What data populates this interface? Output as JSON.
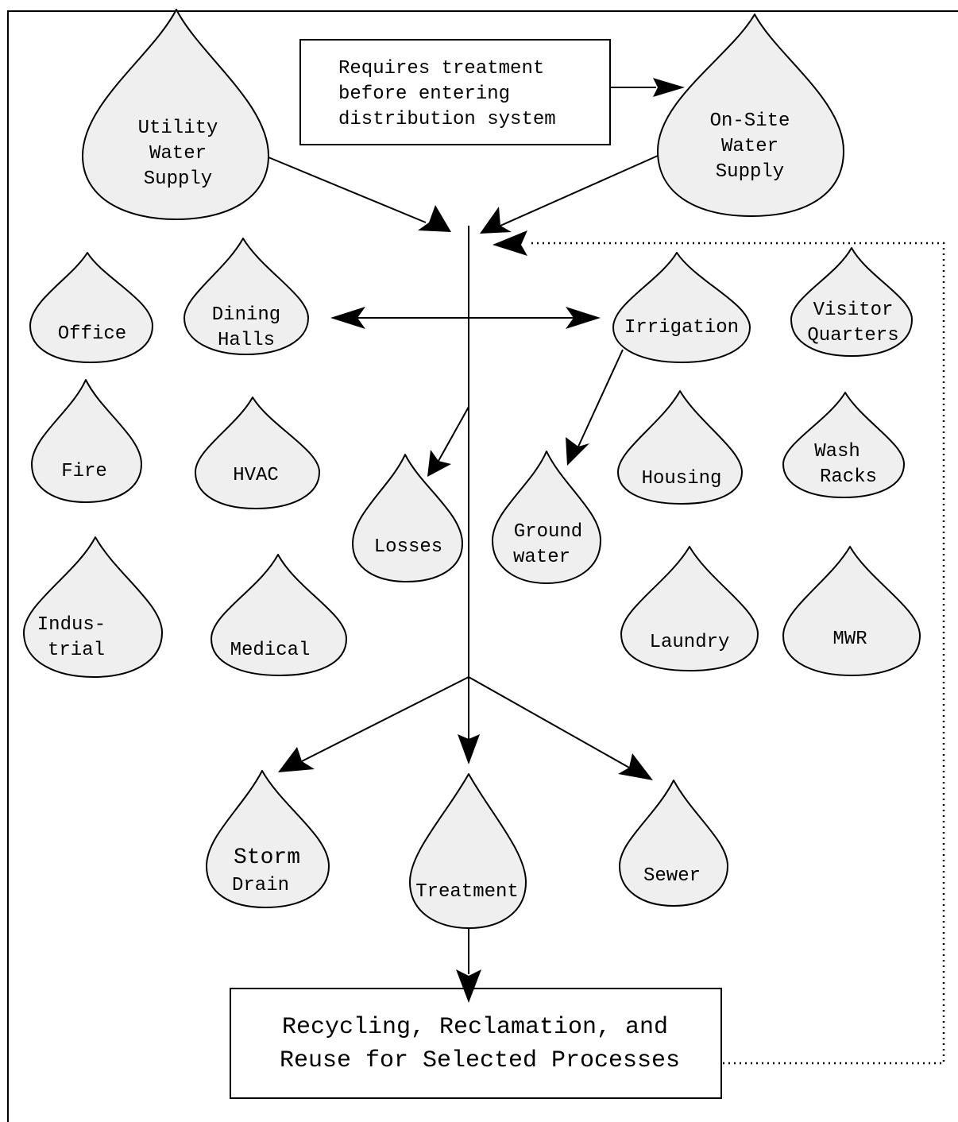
{
  "diagram": {
    "colors": {
      "droplet_fill": "#efefef",
      "stroke": "#000000",
      "background": "#ffffff"
    },
    "sources": {
      "utility": [
        "Utility",
        "Water",
        "Supply"
      ],
      "onsite": [
        "On-Site",
        "Water",
        "Supply"
      ]
    },
    "note_box": [
      "Requires treatment",
      "before entering",
      "distribution system"
    ],
    "uses": {
      "office": [
        "Office"
      ],
      "dining": [
        "Dining",
        "Halls"
      ],
      "irrigation": [
        "Irrigation"
      ],
      "visitor": [
        "Visitor",
        "Quarters"
      ],
      "fire": [
        "Fire"
      ],
      "hvac": [
        "HVAC"
      ],
      "losses": [
        "Losses"
      ],
      "groundwater": [
        "Ground",
        "water"
      ],
      "housing": [
        "Housing"
      ],
      "washracks": [
        "Wash",
        "Racks"
      ],
      "industrial": [
        "Indus-",
        "trial"
      ],
      "medical": [
        "Medical"
      ],
      "laundry": [
        "Laundry"
      ],
      "mwr": [
        "MWR"
      ]
    },
    "outflows": {
      "storm": [
        "Storm",
        "Drain"
      ],
      "treatment": [
        "Treatment"
      ],
      "sewer": [
        "Sewer"
      ]
    },
    "reuse_box": [
      "Recycling, Reclamation, and",
      "Reuse for Selected Processes"
    ]
  }
}
